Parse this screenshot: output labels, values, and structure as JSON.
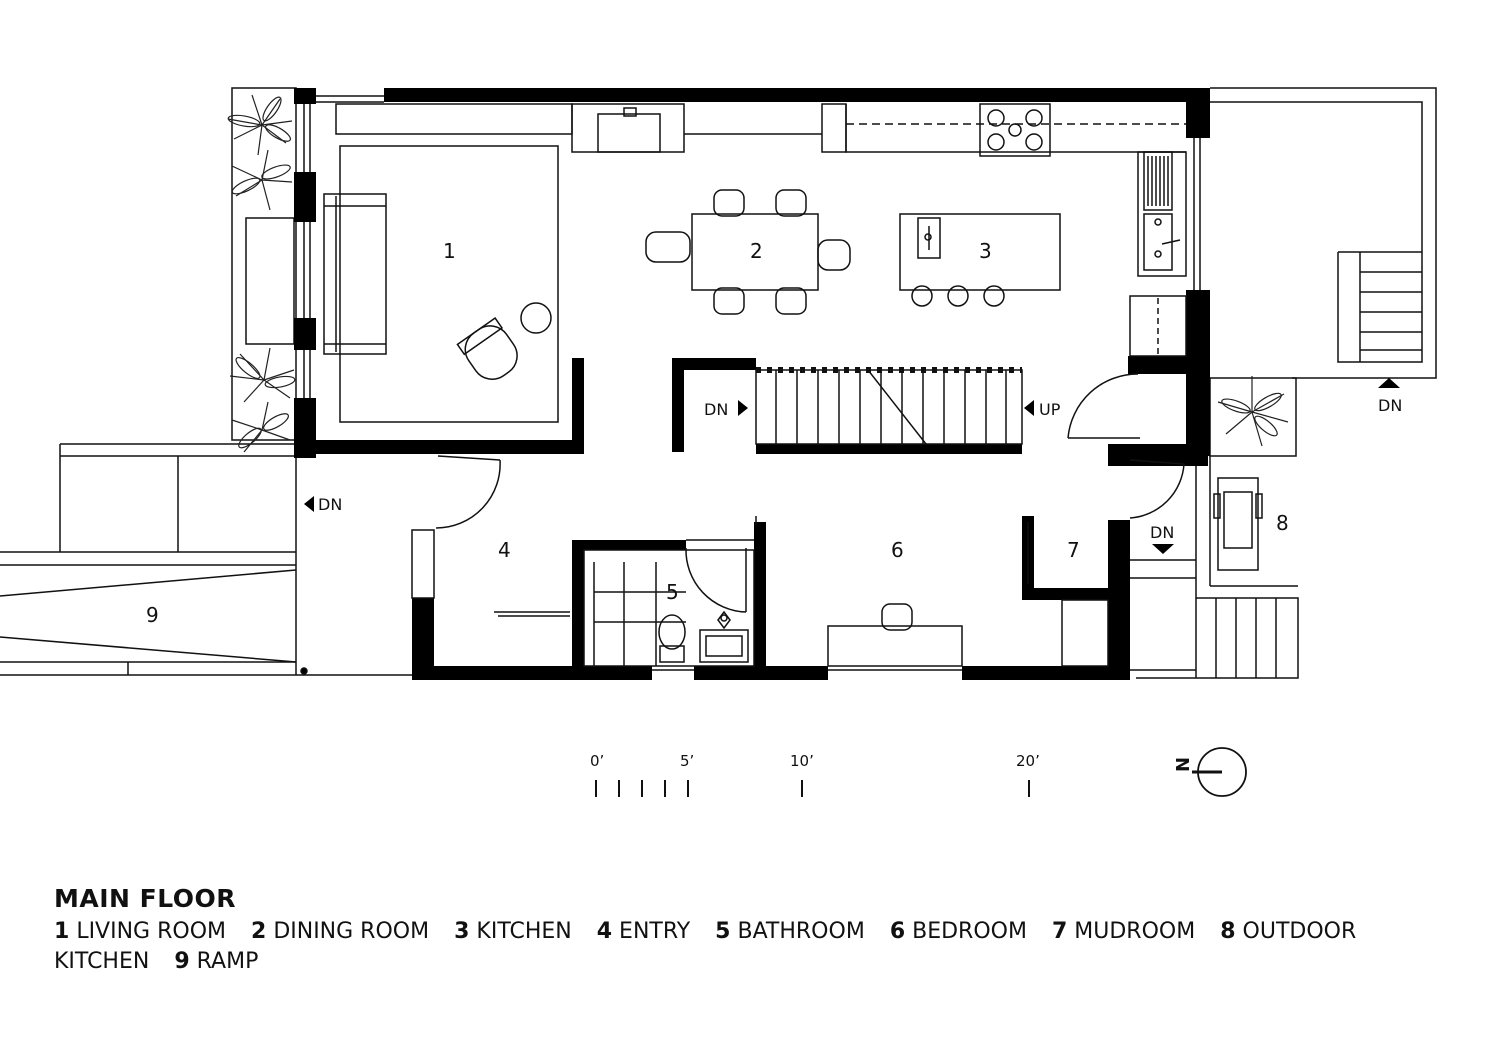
{
  "rooms": [
    {
      "num": "1",
      "name": "LIVING ROOM"
    },
    {
      "num": "2",
      "name": "DINING ROOM"
    },
    {
      "num": "3",
      "name": "KITCHEN"
    },
    {
      "num": "4",
      "name": "ENTRY"
    },
    {
      "num": "5",
      "name": "BATHROOM"
    },
    {
      "num": "6",
      "name": "BEDROOM"
    },
    {
      "num": "7",
      "name": "MUDROOM"
    },
    {
      "num": "8",
      "name": "OUTDOOR KITCHEN"
    },
    {
      "num": "9",
      "name": "RAMP"
    }
  ],
  "legend": {
    "title": "MAIN FLOOR"
  },
  "stair_labels": {
    "down": "DN",
    "up": "UP"
  },
  "scale_bar": {
    "labels": [
      "0’",
      "5’",
      "10’",
      "20’"
    ]
  },
  "north_label": "N",
  "colors": {
    "wall": "#000000",
    "line": "#111111",
    "background": "#ffffff"
  }
}
